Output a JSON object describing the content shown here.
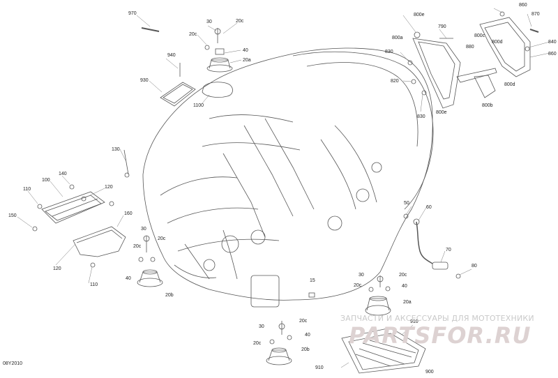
{
  "diagram_code": "08Y2010",
  "watermark": {
    "line1": "ЗАПЧАСТИ И АКСЕССУАРЫ ДЛЯ МОТОТЕХНИКИ",
    "brand": "PARTSFOR.RU"
  },
  "labels": {
    "l970": "970",
    "l30a": "30",
    "l20c_a": "20c",
    "l20c_b": "20c",
    "l40a": "40",
    "l20a_top": "20a",
    "l940": "940",
    "l930": "930",
    "l1100": "1100",
    "l130": "130",
    "l140": "140",
    "l100": "100",
    "l110a": "110",
    "l120a": "120",
    "l150": "150",
    "l160": "160",
    "l120b": "120",
    "l110b": "110",
    "l30b": "30",
    "l20c_c": "20c",
    "l20c_d": "20c",
    "l40b": "40",
    "l20b_left": "20b",
    "l15": "15",
    "l30c": "30",
    "l20c_e": "20c",
    "l40c": "40",
    "l20c_f": "20c",
    "l20b_bot": "20b",
    "l910a": "910",
    "l900": "900",
    "l910b": "910",
    "l30d": "30",
    "l20c_g": "20c",
    "l40d": "40",
    "l20c_h": "20c",
    "l20a_right": "20a",
    "l50": "50",
    "l60": "60",
    "l70": "70",
    "l80": "80",
    "l800e": "800e",
    "l790": "790",
    "l800a": "800a",
    "l830": "830",
    "l820": "820",
    "l830b": "830",
    "l800e_b": "800e",
    "l880": "880",
    "l800c": "800c",
    "l800d_a": "800d",
    "l800d_b": "800d",
    "l800b": "800b",
    "l860a": "860",
    "l870": "870",
    "l840": "840",
    "l860b": "860"
  }
}
